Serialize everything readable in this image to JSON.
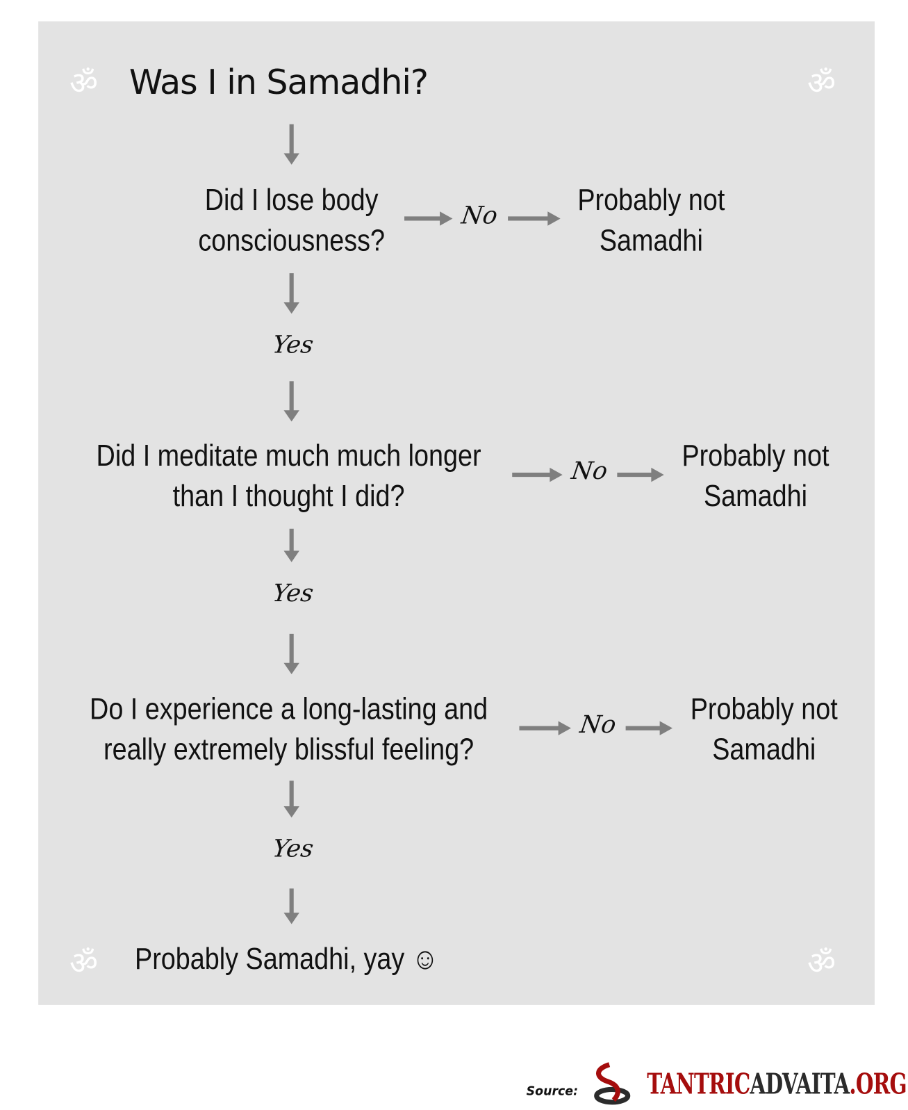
{
  "title": "Was I in Samadhi?",
  "questions": [
    {
      "lines": [
        "Did I lose body",
        "consciousness?"
      ],
      "no_label": "No",
      "no_result": [
        "Probably not",
        "Samadhi"
      ],
      "yes_label": "Yes"
    },
    {
      "lines": [
        "Did I meditate much much longer",
        "than I thought I did?"
      ],
      "no_label": "No",
      "no_result": [
        "Probably not",
        "Samadhi"
      ],
      "yes_label": "Yes"
    },
    {
      "lines": [
        "Do I experience a long-lasting and",
        "really extremely blissful feeling?"
      ],
      "no_label": "No",
      "no_result": [
        "Probably not",
        "Samadhi"
      ],
      "yes_label": "Yes"
    }
  ],
  "final_result": "Probably Samadhi, yay ☺",
  "om_symbol": "ॐ",
  "footer": {
    "source_label": "Source:",
    "brand_red1": "TANTRIC",
    "brand_dark": "ADVAITA",
    "brand_red2": ".ORG"
  },
  "colors": {
    "panel": "#e3e3e3",
    "arrow": "#7f7f7f",
    "brand_red": "#a50d0d",
    "brand_dark": "#2b2b2b"
  }
}
